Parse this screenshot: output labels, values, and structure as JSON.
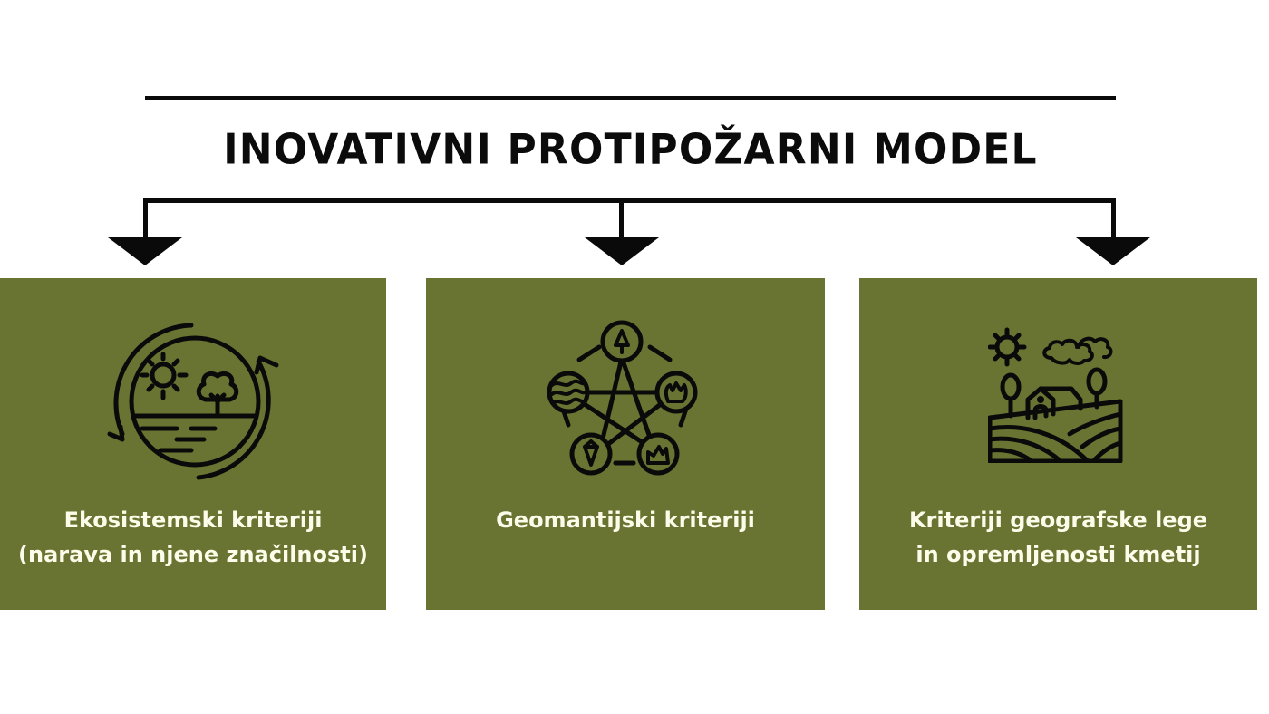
{
  "diagram": {
    "title": "INOVATIVNI PROTIPOŽARNI MODEL",
    "colors": {
      "box_background": "#6a7432",
      "label_text": "#fdfbe9",
      "lines": "#0a0a0a",
      "page_background": "#ffffff"
    },
    "boxes": [
      {
        "icon": "ecosystem-cycle-icon",
        "label_line1": "Ekosistemski kriteriji",
        "label_line2": "(narava in njene značilnosti)"
      },
      {
        "icon": "geomancy-pentagram-icon",
        "label_line1": "Geomantijski kriteriji",
        "label_line2": ""
      },
      {
        "icon": "farm-landscape-icon",
        "label_line1": "Kriteriji geografske lege",
        "label_line2": "in opremljenosti kmetij"
      }
    ]
  }
}
